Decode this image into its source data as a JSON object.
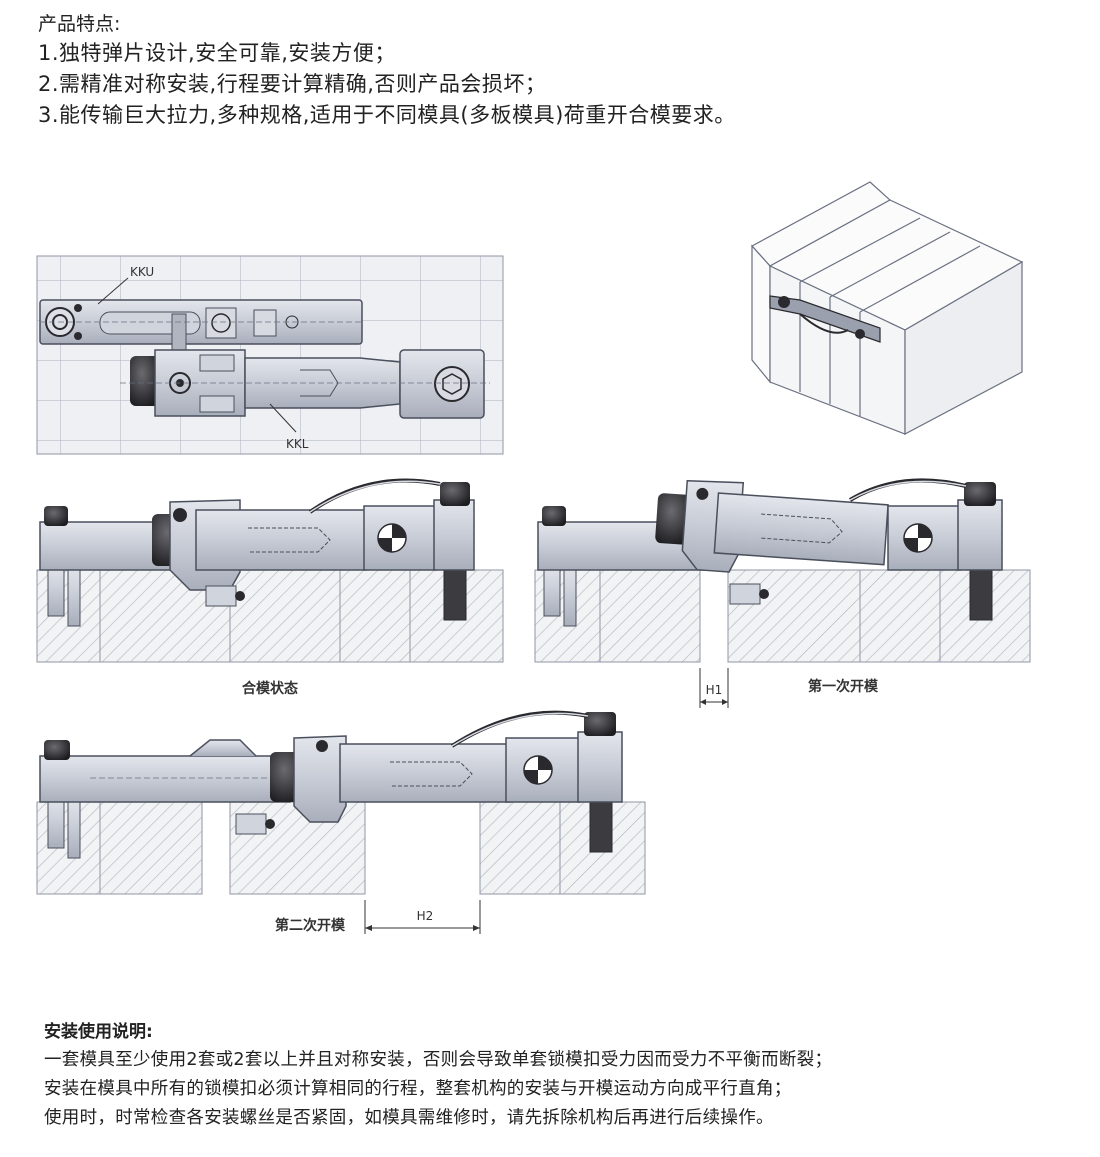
{
  "features": {
    "title": "产品特点:",
    "items": [
      "1.独特弹片设计,安全可靠,安装方便；",
      "2.需精准对称安装,行程要计算精确,否则产品会损坏；",
      "3.能传输巨大拉力,多种规格,适用于不同模具(多板模具)荷重开合模要求。"
    ]
  },
  "diagram": {
    "labels": {
      "upper_part": "KKU",
      "lower_part": "KKL"
    },
    "states": [
      {
        "caption": "合模状态"
      },
      {
        "caption": "第一次开模",
        "dimension": "H1"
      },
      {
        "caption": "第二次开模",
        "dimension": "H2"
      }
    ],
    "colors": {
      "metal": "#c8ccd6",
      "metal_dark": "#2a2a2e",
      "line": "#4a4f5c",
      "grid": "#aab0bd",
      "hatch": "#b8bcc4"
    }
  },
  "usage": {
    "title": "安装使用说明:",
    "items": [
      "一套模具至少使用2套或2套以上并且对称安装，否则会导致单套锁模扣受力因而受力不平衡而断裂；",
      "安装在模具中所有的锁模扣必须计算相同的行程，整套机构的安装与开模运动方向成平行直角；",
      "使用时，时常检查各安装螺丝是否紧固，如模具需维修时，请先拆除机构后再进行后续操作。"
    ]
  }
}
